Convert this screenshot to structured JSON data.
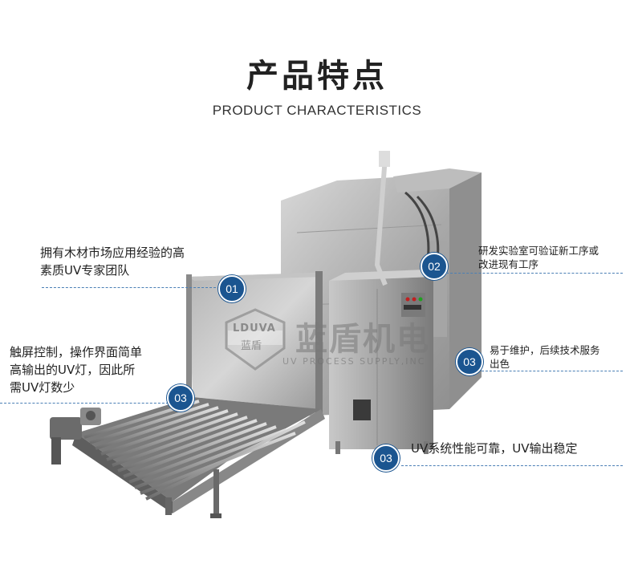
{
  "header": {
    "title": "产品特点",
    "subtitle": "PRODUCT CHARACTERISTICS"
  },
  "watermark": {
    "logo_text": "LDUVA",
    "logo_cn": "蓝盾",
    "brand_cn": "蓝盾机电",
    "brand_en": "UV PROCESS SUPPLY,INC"
  },
  "features": [
    {
      "badge": "01",
      "text_line1": "拥有木材市场应用经验的高",
      "text_line2": "素质UV专家团队"
    },
    {
      "badge": "02",
      "text_line1": "研发实验室可验证新工序或",
      "text_line2": "改进现有工序"
    },
    {
      "badge": "03",
      "text_line1": "触屏控制，操作界面简单",
      "text_line2": "高输出的UV灯，因此所",
      "text_line3": "需UV灯数少"
    },
    {
      "badge": "03",
      "text_line1": "易于维护，后续技术服务",
      "text_line2": "出色"
    },
    {
      "badge": "03",
      "text_line1": "UV系统性能可靠，UV输出稳定"
    }
  ],
  "colors": {
    "accent": "#1b5590",
    "dash": "#4a7fb5"
  }
}
